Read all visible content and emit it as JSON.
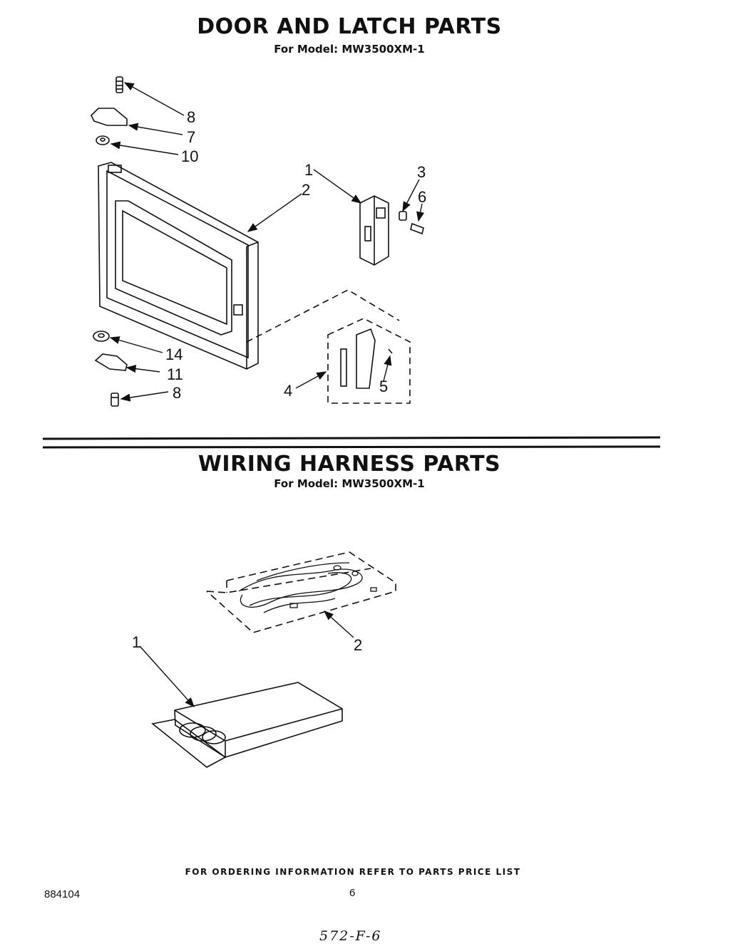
{
  "sections": [
    {
      "title": "DOOR AND LATCH PARTS",
      "subtitle": "For Model: MW3500XM-1",
      "callouts": [
        "8",
        "7",
        "10",
        "1",
        "2",
        "3",
        "6",
        "14",
        "11",
        "8",
        "4",
        "5"
      ]
    },
    {
      "title": "WIRING HARNESS PARTS",
      "subtitle": "For Model: MW3500XM-1",
      "callouts": [
        "2",
        "1"
      ]
    }
  ],
  "footer": {
    "note": "FOR ORDERING INFORMATION REFER TO PARTS PRICE LIST",
    "doc_number": "884104",
    "page_number": "6",
    "handwritten": "572-F-6"
  }
}
